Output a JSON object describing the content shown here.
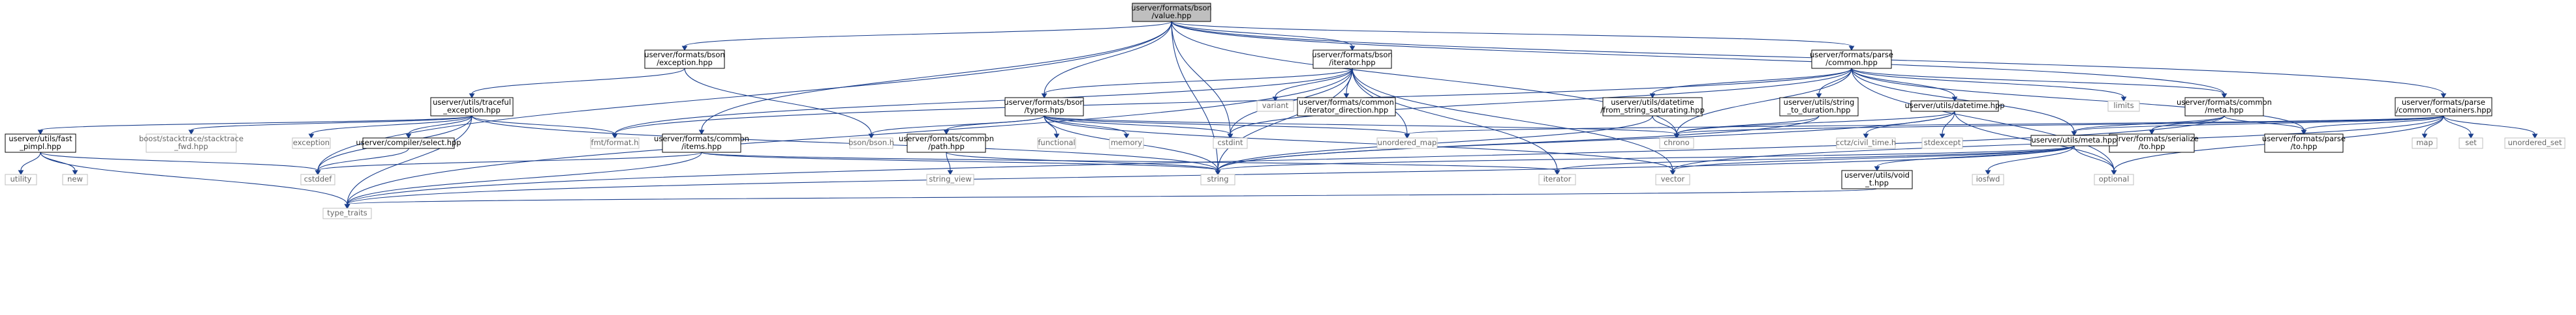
{
  "nodes": [
    {
      "id": "root",
      "lines": [
        "userver/formats/bson",
        "/value.hpp"
      ],
      "style": "root",
      "link": true
    },
    {
      "id": "exception",
      "lines": [
        "userver/formats/bson",
        "/exception.hpp"
      ],
      "style": "normal",
      "link": true
    },
    {
      "id": "iterator_hpp",
      "lines": [
        "userver/formats/bson",
        "/iterator.hpp"
      ],
      "style": "normal",
      "link": true
    },
    {
      "id": "parse_common",
      "lines": [
        "userver/formats/parse",
        "/common.hpp"
      ],
      "style": "normal",
      "link": true
    },
    {
      "id": "traceful",
      "lines": [
        "userver/utils/traceful",
        "_exception.hpp"
      ],
      "style": "normal",
      "link": true
    },
    {
      "id": "bson_types",
      "lines": [
        "userver/formats/bson",
        "/types.hpp"
      ],
      "style": "normal",
      "link": true
    },
    {
      "id": "common_iterdir",
      "lines": [
        "userver/formats/common",
        "/iterator_direction.hpp"
      ],
      "style": "normal",
      "link": true
    },
    {
      "id": "from_string_sat",
      "lines": [
        "userver/utils/datetime",
        "/from_string_saturating.hpp"
      ],
      "style": "normal",
      "link": true
    },
    {
      "id": "string_to_dur",
      "lines": [
        "userver/utils/string",
        "_to_duration.hpp"
      ],
      "style": "normal",
      "link": true
    },
    {
      "id": "utils_datetime",
      "lines": [
        "userver/utils/datetime.hpp"
      ],
      "style": "normal",
      "link": true
    },
    {
      "id": "common_meta",
      "lines": [
        "userver/formats/common",
        "/meta.hpp"
      ],
      "style": "normal",
      "link": true
    },
    {
      "id": "parse_containers",
      "lines": [
        "userver/formats/parse",
        "/common_containers.hpp"
      ],
      "style": "normal",
      "link": true
    },
    {
      "id": "fast_pimpl",
      "lines": [
        "userver/utils/fast",
        "_pimpl.hpp"
      ],
      "style": "normal",
      "link": true
    },
    {
      "id": "stacktrace_fwd",
      "lines": [
        "boost/stacktrace/stacktrace",
        "_fwd.hpp"
      ],
      "style": "gray",
      "link": false
    },
    {
      "id": "exception_std",
      "lines": [
        "exception"
      ],
      "style": "gray",
      "link": false
    },
    {
      "id": "compiler_select",
      "lines": [
        "userver/compiler/select.hpp"
      ],
      "style": "normal",
      "link": true
    },
    {
      "id": "fmt_format",
      "lines": [
        "fmt/format.h"
      ],
      "style": "gray",
      "link": false
    },
    {
      "id": "common_items",
      "lines": [
        "userver/formats/common",
        "/items.hpp"
      ],
      "style": "normal",
      "link": true
    },
    {
      "id": "bson_h",
      "lines": [
        "bson/bson.h"
      ],
      "style": "gray",
      "link": false
    },
    {
      "id": "common_path",
      "lines": [
        "userver/formats/common",
        "/path.hpp"
      ],
      "style": "normal",
      "link": true
    },
    {
      "id": "functional",
      "lines": [
        "functional"
      ],
      "style": "gray",
      "link": false
    },
    {
      "id": "memory",
      "lines": [
        "memory"
      ],
      "style": "gray",
      "link": false
    },
    {
      "id": "variant",
      "lines": [
        "variant"
      ],
      "style": "gray",
      "link": false
    },
    {
      "id": "cstdint",
      "lines": [
        "cstdint"
      ],
      "style": "gray",
      "link": false
    },
    {
      "id": "unordered_map",
      "lines": [
        "unordered_map"
      ],
      "style": "gray",
      "link": false
    },
    {
      "id": "chrono",
      "lines": [
        "chrono"
      ],
      "style": "gray",
      "link": false
    },
    {
      "id": "cctz",
      "lines": [
        "cctz/civil_time.h"
      ],
      "style": "gray",
      "link": false
    },
    {
      "id": "stdexcept",
      "lines": [
        "stdexcept"
      ],
      "style": "gray",
      "link": false
    },
    {
      "id": "limits",
      "lines": [
        "limits"
      ],
      "style": "gray",
      "link": false
    },
    {
      "id": "serialize_to",
      "lines": [
        "userver/formats/serialize",
        "/to.hpp"
      ],
      "style": "normal",
      "link": true
    },
    {
      "id": "parse_to",
      "lines": [
        "userver/formats/parse",
        "/to.hpp"
      ],
      "style": "normal",
      "link": true
    },
    {
      "id": "utils_meta",
      "lines": [
        "userver/utils/meta.hpp"
      ],
      "style": "normal",
      "link": true
    },
    {
      "id": "map",
      "lines": [
        "map"
      ],
      "style": "gray",
      "link": false
    },
    {
      "id": "set",
      "lines": [
        "set"
      ],
      "style": "gray",
      "link": false
    },
    {
      "id": "unordered_set",
      "lines": [
        "unordered_set"
      ],
      "style": "gray",
      "link": false
    },
    {
      "id": "utility",
      "lines": [
        "utility"
      ],
      "style": "gray",
      "link": false
    },
    {
      "id": "new",
      "lines": [
        "new"
      ],
      "style": "gray",
      "link": false
    },
    {
      "id": "cstddef",
      "lines": [
        "cstddef"
      ],
      "style": "gray",
      "link": false
    },
    {
      "id": "string_view",
      "lines": [
        "string_view"
      ],
      "style": "gray",
      "link": false
    },
    {
      "id": "string",
      "lines": [
        "string"
      ],
      "style": "gray",
      "link": false
    },
    {
      "id": "iterator",
      "lines": [
        "iterator"
      ],
      "style": "gray",
      "link": false
    },
    {
      "id": "vector",
      "lines": [
        "vector"
      ],
      "style": "gray",
      "link": false
    },
    {
      "id": "iosfwd",
      "lines": [
        "iosfwd"
      ],
      "style": "gray",
      "link": false
    },
    {
      "id": "void_t",
      "lines": [
        "userver/utils/void",
        "_t.hpp"
      ],
      "style": "normal",
      "link": true
    },
    {
      "id": "optional",
      "lines": [
        "optional"
      ],
      "style": "gray",
      "link": false
    },
    {
      "id": "type_traits",
      "lines": [
        "type_traits"
      ],
      "style": "gray",
      "link": false
    }
  ],
  "edges": [
    [
      "root",
      "exception"
    ],
    [
      "root",
      "iterator_hpp"
    ],
    [
      "root",
      "parse_common"
    ],
    [
      "root",
      "bson_types"
    ],
    [
      "root",
      "common_items"
    ],
    [
      "root",
      "common_meta"
    ],
    [
      "root",
      "parse_containers"
    ],
    [
      "root",
      "string"
    ],
    [
      "root",
      "cstddef"
    ],
    [
      "root",
      "cstdint"
    ],
    [
      "root",
      "chrono"
    ],
    [
      "exception",
      "traceful"
    ],
    [
      "exception",
      "bson_h"
    ],
    [
      "traceful",
      "fast_pimpl"
    ],
    [
      "traceful",
      "stacktrace_fwd"
    ],
    [
      "traceful",
      "exception_std"
    ],
    [
      "traceful",
      "compiler_select"
    ],
    [
      "traceful",
      "fmt_format"
    ],
    [
      "traceful",
      "string"
    ],
    [
      "traceful",
      "type_traits"
    ],
    [
      "traceful",
      "cstddef"
    ],
    [
      "fast_pimpl",
      "utility"
    ],
    [
      "fast_pimpl",
      "new"
    ],
    [
      "fast_pimpl",
      "cstddef"
    ],
    [
      "fast_pimpl",
      "type_traits"
    ],
    [
      "compiler_select",
      "cstddef"
    ],
    [
      "iterator_hpp",
      "variant"
    ],
    [
      "iterator_hpp",
      "common_iterdir"
    ],
    [
      "iterator_hpp",
      "bson_types"
    ],
    [
      "iterator_hpp",
      "cstdint"
    ],
    [
      "iterator_hpp",
      "unordered_map"
    ],
    [
      "iterator_hpp",
      "string"
    ],
    [
      "iterator_hpp",
      "iterator"
    ],
    [
      "iterator_hpp",
      "vector"
    ],
    [
      "iterator_hpp",
      "type_traits"
    ],
    [
      "iterator_hpp",
      "fmt_format"
    ],
    [
      "bson_types",
      "bson_h"
    ],
    [
      "bson_types",
      "common_path"
    ],
    [
      "bson_types",
      "functional"
    ],
    [
      "bson_types",
      "memory"
    ],
    [
      "bson_types",
      "cstdint"
    ],
    [
      "bson_types",
      "unordered_map"
    ],
    [
      "bson_types",
      "string"
    ],
    [
      "bson_types",
      "vector"
    ],
    [
      "bson_types",
      "chrono"
    ],
    [
      "common_path",
      "string_view"
    ],
    [
      "common_path",
      "string"
    ],
    [
      "common_items",
      "cstddef"
    ],
    [
      "common_items",
      "string"
    ],
    [
      "common_items",
      "type_traits"
    ],
    [
      "common_items",
      "iterator"
    ],
    [
      "parse_common",
      "from_string_sat"
    ],
    [
      "parse_common",
      "string_to_dur"
    ],
    [
      "parse_common",
      "utils_datetime"
    ],
    [
      "parse_common",
      "common_meta"
    ],
    [
      "parse_common",
      "limits"
    ],
    [
      "parse_common",
      "parse_to"
    ],
    [
      "parse_common",
      "utils_meta"
    ],
    [
      "parse_common",
      "optional"
    ],
    [
      "parse_common",
      "chrono"
    ],
    [
      "parse_common",
      "cstdint"
    ],
    [
      "parse_common",
      "fmt_format"
    ],
    [
      "from_string_sat",
      "chrono"
    ],
    [
      "from_string_sat",
      "string"
    ],
    [
      "string_to_dur",
      "chrono"
    ],
    [
      "string_to_dur",
      "string"
    ],
    [
      "utils_datetime",
      "chrono"
    ],
    [
      "utils_datetime",
      "cctz"
    ],
    [
      "utils_datetime",
      "stdexcept"
    ],
    [
      "utils_datetime",
      "string"
    ],
    [
      "utils_datetime",
      "optional"
    ],
    [
      "common_meta",
      "serialize_to"
    ],
    [
      "common_meta",
      "parse_to"
    ],
    [
      "common_meta",
      "utils_meta"
    ],
    [
      "common_meta",
      "type_traits"
    ],
    [
      "parse_containers",
      "parse_to"
    ],
    [
      "parse_containers",
      "map"
    ],
    [
      "parse_containers",
      "set"
    ],
    [
      "parse_containers",
      "unordered_set"
    ],
    [
      "parse_containers",
      "optional"
    ],
    [
      "parse_containers",
      "vector"
    ],
    [
      "parse_containers",
      "unordered_map"
    ],
    [
      "parse_containers",
      "utils_meta"
    ],
    [
      "parse_containers",
      "chrono"
    ],
    [
      "utils_meta",
      "iterator"
    ],
    [
      "utils_meta",
      "iosfwd"
    ],
    [
      "utils_meta",
      "void_t"
    ],
    [
      "utils_meta",
      "optional"
    ],
    [
      "utils_meta",
      "vector"
    ],
    [
      "utils_meta",
      "type_traits"
    ],
    [
      "utils_meta",
      "string"
    ],
    [
      "void_t",
      "type_traits"
    ]
  ]
}
